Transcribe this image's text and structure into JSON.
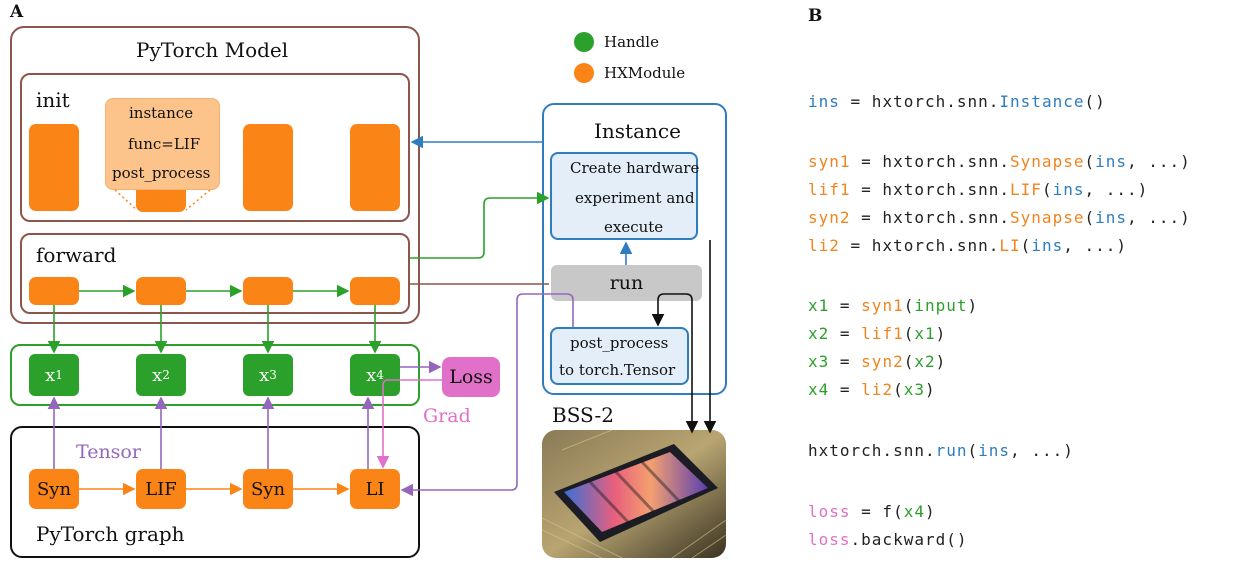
{
  "panel_a_label": "A",
  "panel_b_label": "B",
  "model": {
    "title": "PyTorch Model",
    "init_label": "init",
    "init_callout": [
      "instance",
      "func=LIF",
      "post_process"
    ],
    "forward_label": "forward"
  },
  "legend": [
    {
      "label": "Handle",
      "color": "#2ba02b"
    },
    {
      "label": "HXModule",
      "color": "#fb8416"
    }
  ],
  "handles": [
    "x",
    "x",
    "x",
    "x"
  ],
  "handle_subscripts": [
    "1",
    "2",
    "3",
    "4"
  ],
  "loss_label": "Loss",
  "grad_label": "Grad",
  "tensor_label": "Tensor",
  "graph": {
    "nodes": [
      "Syn",
      "LIF",
      "Syn",
      "LI"
    ],
    "title": "PyTorch graph"
  },
  "instance": {
    "title": "Instance",
    "create_lines": [
      "Create hardware",
      "experiment and",
      "execute"
    ],
    "run_label": "run",
    "post_lines": [
      "post_process",
      "to torch.Tensor"
    ]
  },
  "chip_label": "BSS-2",
  "code": {
    "ins": [
      "ins",
      " = hxtorch.snn.",
      "Instance",
      "()"
    ],
    "syn1": [
      "syn1",
      " = hxtorch.snn.",
      "Synapse",
      "(",
      "ins",
      ", ...)"
    ],
    "lif1": [
      "lif1",
      " = hxtorch.snn.",
      "LIF",
      "(",
      "ins",
      ", ...)"
    ],
    "syn2": [
      "syn2",
      " = hxtorch.snn.",
      "Synapse",
      "(",
      "ins",
      ", ...)"
    ],
    "li2": [
      "li2",
      " = hxtorch.snn.",
      "LI",
      "(",
      "ins",
      ", ...)"
    ],
    "x1": [
      "x1",
      " = ",
      "syn1",
      "(",
      "input",
      ")"
    ],
    "x2": [
      "x2",
      " = ",
      "lif1",
      "(",
      "x1",
      ")"
    ],
    "x3": [
      "x3",
      " = ",
      "syn2",
      "(",
      "x2",
      ")"
    ],
    "x4": [
      "x4",
      " = ",
      "li2",
      "(",
      "x3",
      ")"
    ],
    "run": [
      "hxtorch.snn.",
      "run",
      "(",
      "ins",
      ", ...)"
    ],
    "loss": [
      "loss",
      " = f(",
      "x4",
      ")"
    ],
    "backward": [
      "loss",
      ".backward()"
    ]
  },
  "colors": {
    "orange": "#fb8416",
    "green": "#2ba02b",
    "blue": "#2e7dbf",
    "pink": "#e070c8",
    "purple": "#9467bd",
    "brown": "#8c564b",
    "gray": "#c8c8c8"
  }
}
